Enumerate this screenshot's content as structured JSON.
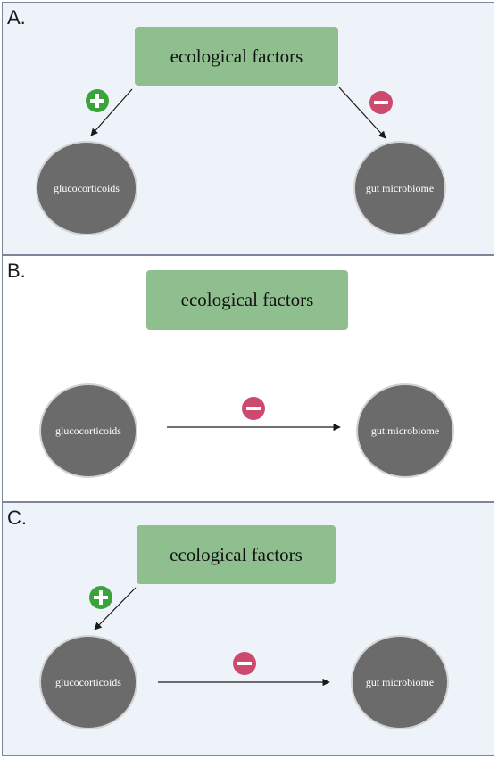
{
  "panels": [
    {
      "letter": "A.",
      "factors": "ecological factors",
      "left_node": "glucocorticoids",
      "right_node": "gut microbiome"
    },
    {
      "letter": "B.",
      "factors": "ecological factors",
      "left_node": "glucocorticoids",
      "right_node": "gut microbiome"
    },
    {
      "letter": "C.",
      "factors": "ecological factors",
      "left_node": "glucocorticoids",
      "right_node": "gut microbiome"
    }
  ],
  "colors": {
    "factor_box": "#8fbf8f",
    "node": "#6b6b6b",
    "positive_sign": "#3aa43a",
    "negative_sign": "#cc4a6e",
    "panel_tint": "#eef3fa"
  },
  "edges": [
    {
      "panel": "A",
      "from": "ecological factors",
      "to": "glucocorticoids",
      "sign": "positive"
    },
    {
      "panel": "A",
      "from": "ecological factors",
      "to": "gut microbiome",
      "sign": "negative"
    },
    {
      "panel": "B",
      "from": "glucocorticoids",
      "to": "gut microbiome",
      "sign": "negative"
    },
    {
      "panel": "C",
      "from": "ecological factors",
      "to": "glucocorticoids",
      "sign": "positive"
    },
    {
      "panel": "C",
      "from": "glucocorticoids",
      "to": "gut microbiome",
      "sign": "negative"
    }
  ]
}
